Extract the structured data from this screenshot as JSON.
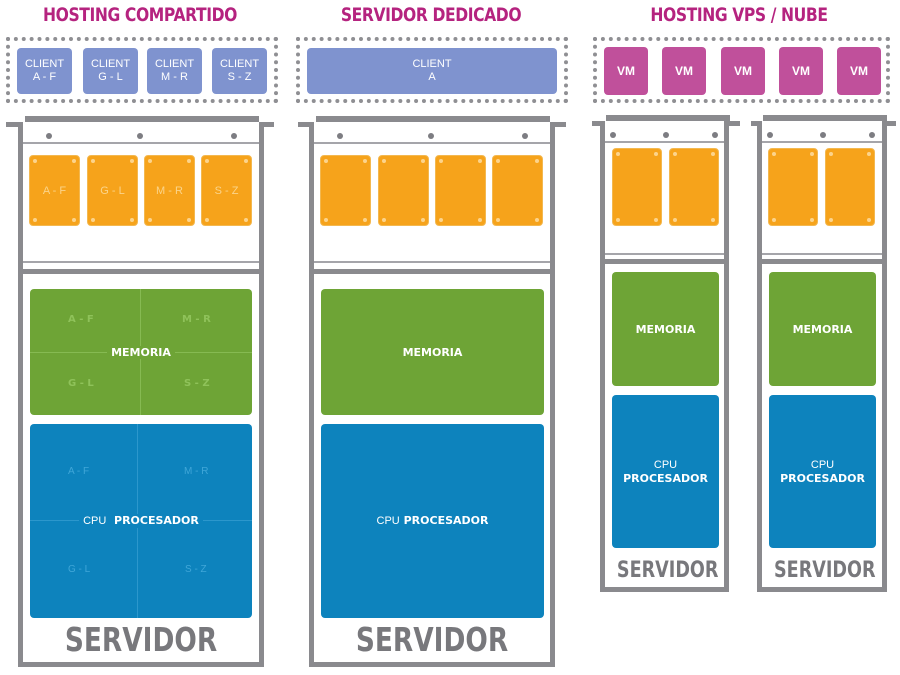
{
  "colors": {
    "title": "#b5237f",
    "client": "#7f93cf",
    "vm": "#c0509b",
    "disk": "#f6a31b",
    "memory": "#6ea436",
    "cpu": "#0d83bd",
    "frame": "#8a8a8e",
    "server_label": "#78787c"
  },
  "shared": {
    "title": "HOSTING COMPARTIDO",
    "clients": [
      {
        "line1": "CLIENT",
        "line2": "A - F"
      },
      {
        "line1": "CLIENT",
        "line2": "G - L"
      },
      {
        "line1": "CLIENT",
        "line2": "M - R"
      },
      {
        "line1": "CLIENT",
        "line2": "S - Z"
      }
    ],
    "disks": [
      "A - F",
      "G - L",
      "M - R",
      "S - Z"
    ],
    "memory": {
      "label": "MEMORIA",
      "quadrants": [
        "A - F",
        "M - R",
        "G - L",
        "S - Z"
      ]
    },
    "cpu": {
      "small": "CPU",
      "label": "PROCESADOR",
      "quadrants": [
        "A - F",
        "M - R",
        "G - L",
        "S - Z"
      ]
    },
    "server_label": "SERVIDOR"
  },
  "dedicated": {
    "title": "SERVIDOR DEDICADO",
    "client": {
      "line1": "CLIENT",
      "line2": "A"
    },
    "disks": [
      "",
      "",
      "",
      ""
    ],
    "memory": {
      "label": "MEMORIA"
    },
    "cpu": {
      "small": "CPU",
      "label": "PROCESADOR"
    },
    "server_label": "SERVIDOR"
  },
  "vps": {
    "title": "HOSTING VPS / NUBE",
    "vms": [
      "VM",
      "VM",
      "VM",
      "VM",
      "VM"
    ],
    "servers": [
      {
        "memory": "MEMORIA",
        "cpu_small": "CPU",
        "cpu_label": "PROCESADOR",
        "server_label": "SERVIDOR"
      },
      {
        "memory": "MEMORIA",
        "cpu_small": "CPU",
        "cpu_label": "PROCESADOR",
        "server_label": "SERVIDOR"
      }
    ]
  }
}
